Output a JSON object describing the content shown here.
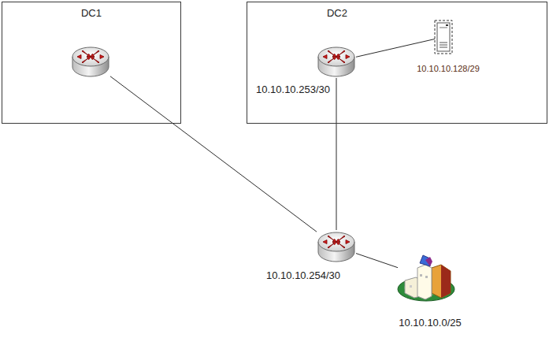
{
  "diagram": {
    "nodes": [
      {
        "text": [
          "DC1"
        ]
      },
      {
        "text": [
          "DC2"
        ]
      },
      {
        "text": [],
        "in": 0
      },
      {
        "text": [
          "10.10.10.253/30"
        ],
        "in": 1
      },
      {
        "text": [
          "10.10.10.128/29"
        ],
        "in": 1
      },
      {
        "text": [
          "10.10.10.254/30"
        ]
      },
      {
        "text": [
          "10.10.10.0/25"
        ]
      }
    ],
    "edges": [
      {
        "from": 2,
        "to": 5,
        "arrow": "none"
      },
      {
        "from": 3,
        "to": 5,
        "arrow": "none"
      },
      {
        "from": 3,
        "to": 4,
        "arrow": "none"
      },
      {
        "from": 5,
        "to": 6,
        "arrow": "none"
      }
    ]
  }
}
